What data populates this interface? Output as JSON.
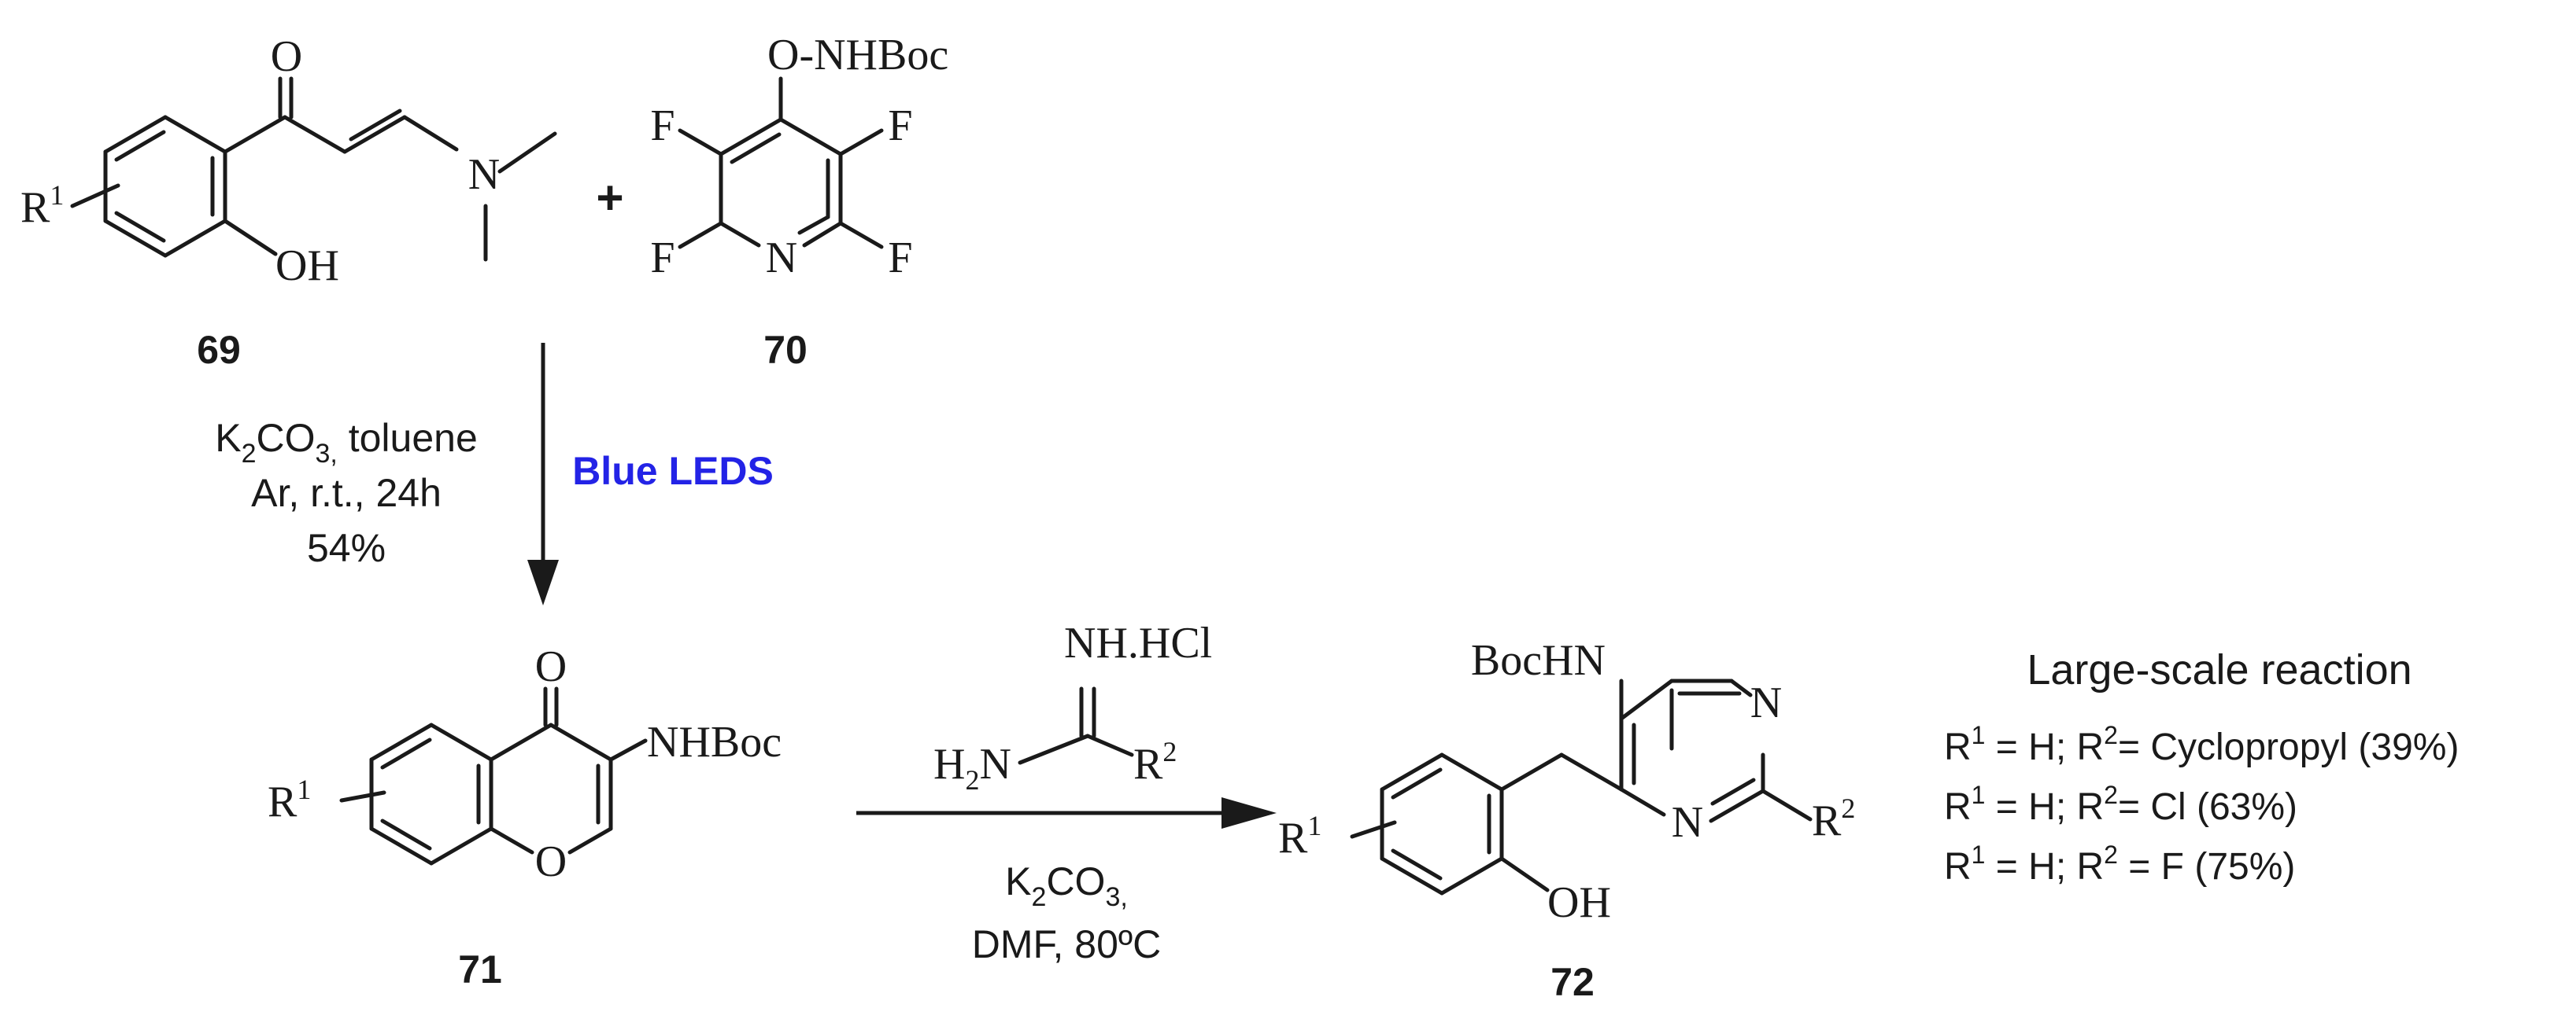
{
  "colors": {
    "ink": "#1a1a1a",
    "blue_leds": "#2323e6"
  },
  "compounds": {
    "c69": {
      "label": "69",
      "atoms": {
        "o": "O",
        "n": "N",
        "oh": "OH",
        "r": "R",
        "r_sup": "1"
      }
    },
    "c70": {
      "label": "70",
      "atoms": {
        "onhboc": "O-NHBoc",
        "f": "F",
        "n": "N"
      }
    },
    "c71": {
      "label": "71",
      "atoms": {
        "o": "O",
        "nhboc": "NHBoc",
        "ring_o": "O",
        "r": "R",
        "r_sup": "1"
      }
    },
    "c72": {
      "label": "72",
      "atoms": {
        "bochn": "BocHN",
        "n": "N",
        "oh": "OH",
        "r": "R",
        "r1_sup": "1",
        "r2_sup": "2"
      }
    },
    "amidine": {
      "nh_hcl": "NH.HCl",
      "h": "H",
      "h_sub": "2",
      "n": "N",
      "r": "R",
      "r_sup": "2"
    }
  },
  "plus": "+",
  "step1": {
    "line1": {
      "a": "K",
      "a_sub": "2",
      "b": "CO",
      "b_sub": "3,",
      "c": " toluene"
    },
    "line2": "Ar, r.t., 24h",
    "line3": "54%",
    "light": "Blue LEDS"
  },
  "step2": {
    "line1": {
      "a": "K",
      "a_sub": "2",
      "b": "CO",
      "b_sub": "3,"
    },
    "line2": "DMF, 80ºC"
  },
  "results": {
    "title": "Large-scale reaction",
    "rows": [
      {
        "r1": "R",
        "r1_sup": "1",
        "mid": " = H; R",
        "r2_sup": "2",
        "rest": "= Cyclopropyl (39%)"
      },
      {
        "r1": "R",
        "r1_sup": "1",
        "mid": " = H; R",
        "r2_sup": "2",
        "rest": "= Cl  (63%)"
      },
      {
        "r1": "R",
        "r1_sup": "1",
        "mid": " = H; R",
        "r2_sup": "2",
        "rest": " = F (75%)"
      }
    ]
  }
}
